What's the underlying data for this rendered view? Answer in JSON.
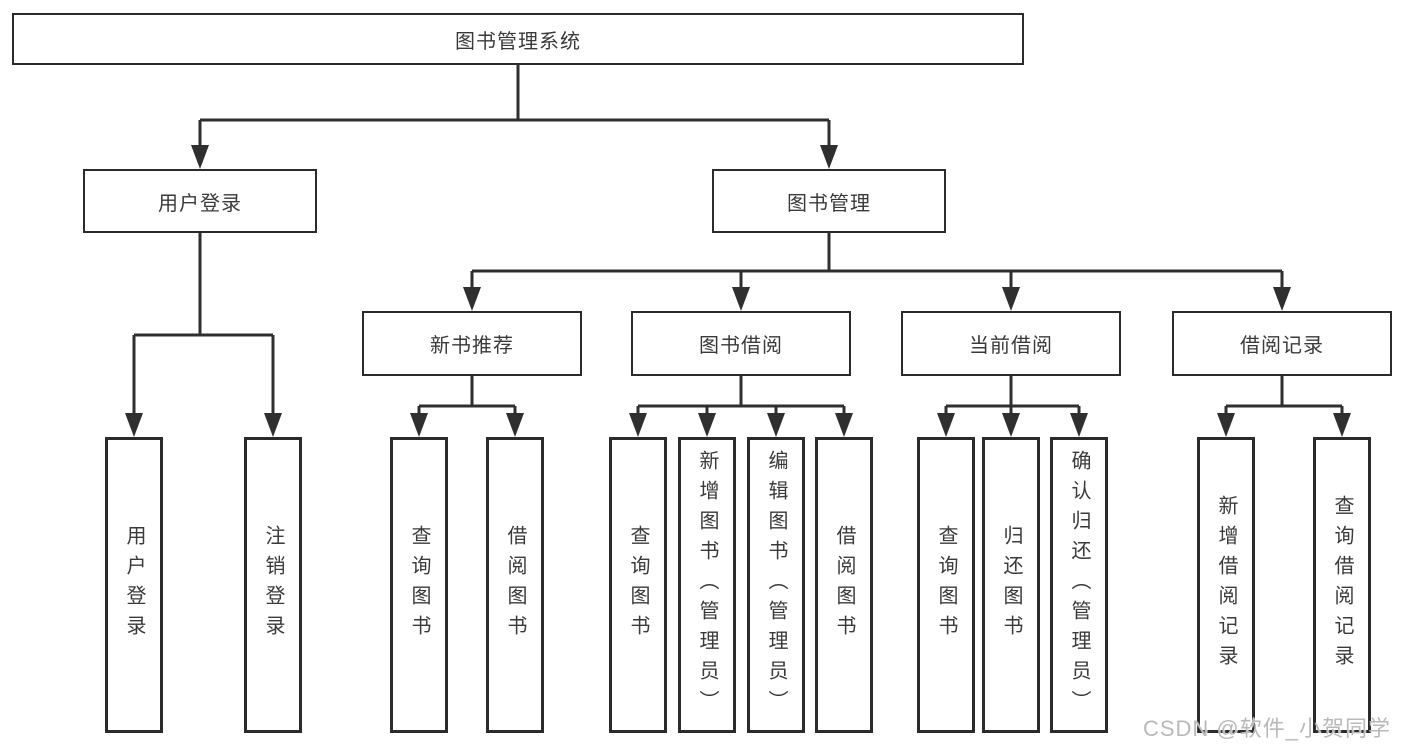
{
  "colors": {
    "line": "#2f2f2f",
    "border": "#2b2b2b",
    "text": "#3a3a3a",
    "watermark": "#b9b9b9",
    "bg": "#ffffff"
  },
  "watermark": {
    "text": "CSDN @软件_小贺同学"
  },
  "tree": {
    "root": {
      "label": "图书管理系统"
    },
    "login": {
      "label": "用户登录",
      "children": [
        {
          "label": "用户登录"
        },
        {
          "label": "注销登录"
        }
      ]
    },
    "mgmt": {
      "label": "图书管理",
      "groups": [
        {
          "label": "新书推荐",
          "children": [
            {
              "label": "查询图书"
            },
            {
              "label": "借阅图书"
            }
          ]
        },
        {
          "label": "图书借阅",
          "children": [
            {
              "label": "查询图书"
            },
            {
              "label": "新增图书（管理员）"
            },
            {
              "label": "编辑图书（管理员）"
            },
            {
              "label": "借阅图书"
            }
          ]
        },
        {
          "label": "当前借阅",
          "children": [
            {
              "label": "查询图书"
            },
            {
              "label": "归还图书"
            },
            {
              "label": "确认归还（管理员）"
            }
          ]
        },
        {
          "label": "借阅记录",
          "children": [
            {
              "label": "新增借阅记录"
            },
            {
              "label": "查询借阅记录"
            }
          ]
        }
      ]
    }
  }
}
